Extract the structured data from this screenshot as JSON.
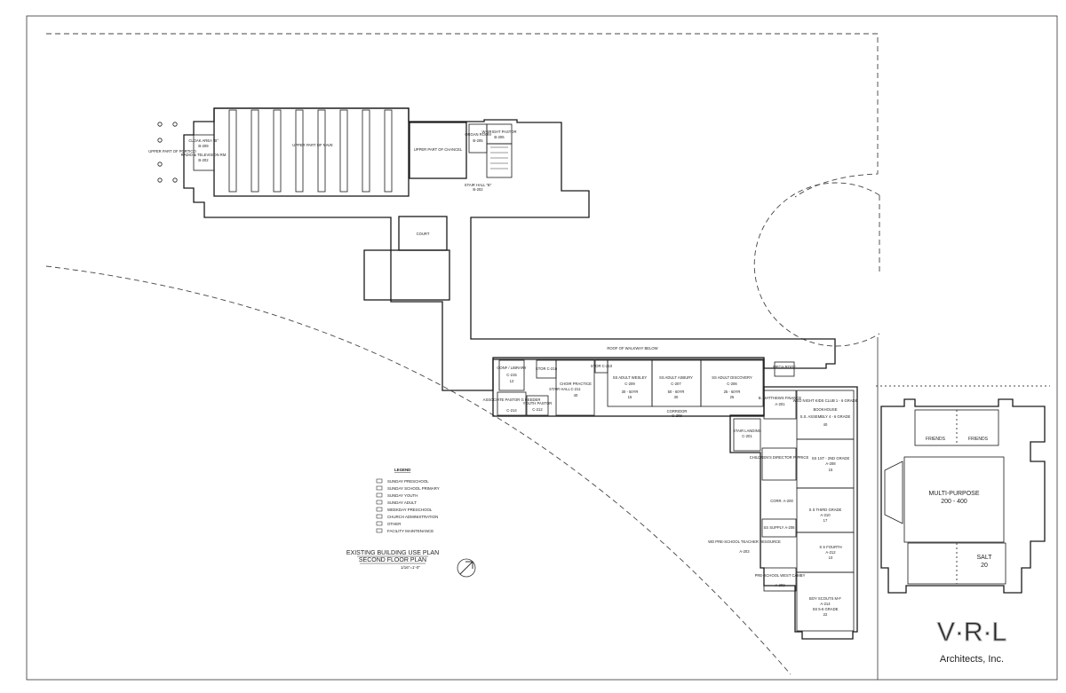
{
  "rooms": {
    "upper_portico": "UPPER PART OF PORTICO",
    "cloak": "CLOAK AREA \"B\"",
    "cloak_no": "B-209",
    "radio": "RADIO & TELEVISION RM",
    "radio_no": "B-202",
    "nave": "UPPER PART OF NAVE",
    "chancel": "UPPER PART OF CHANCEL",
    "organ": "ORGAN ROOM",
    "organ_no": "B-205",
    "pastor": "W-BRIGHT PASTOR",
    "pastor_no": "B-206",
    "stair_b": "STAIR HALL \"B\"",
    "stair_b_no": "B-202",
    "court": "COURT",
    "roof_walkway": "ROOF OF WALKWAY BELOW",
    "conf_library": "CONF / LIBRARY",
    "conf_no": "C-215",
    "conf_n": "12",
    "stor_c": "STOR C-216",
    "choir": "CHOIR PRACTICE",
    "choir_no": "C-211",
    "choir_n": "40",
    "stair_hall": "STAIR HALL",
    "assoc_pastor": "ASSOCIATE PASTOR G REEDER",
    "assoc_no": "C-214",
    "youth_pastor": "YOUTH PASTOR",
    "youth_no": "C-212",
    "stor_c2": "STOR C-210",
    "wesley": "SS ADULT WESLEY",
    "wesley_no": "C-209",
    "wesley_n": "30 - 50YR",
    "wesley_m": "15",
    "asbury": "SS ADULT ASBURY",
    "asbury_no": "C-207",
    "asbury_n": "50 - 60YR",
    "asbury_m": "30",
    "discovery": "SS ADULT DISCOVERY",
    "discovery_no": "C-206",
    "discovery_n": "25 - 50YR",
    "discovery_m": "25",
    "corridor": "CORRIDOR",
    "corridor_no": "C-208",
    "mech_roof": "MECH ROOF",
    "finance": "B. MATTHEWS FINANCE",
    "finance_no": "A-201",
    "wed_club": "WED NIGHT KIDS CLUB 1 - 6 GRADE",
    "wed_club_sub": "BOOKHOUSE",
    "wed_club_sub2": "S.S. ASSEMBLY 4 - 6 GRADE",
    "wed_club_n": "40",
    "stair_landing": "STAIR LANDING",
    "stair_landing_no": "C-201",
    "childrens_dir": "CHILDREN'S DIRECTOR P. PRICE",
    "grade_1_2": "SS 1ST - 2ND GRADE",
    "grade_1_2_no": "A-208",
    "grade_1_2_n": "15",
    "corr_a": "CORR. A-200",
    "supply": "SS SUPPLY A-206",
    "third": "S S THIRD GRADE",
    "third_no": "A-210",
    "third_n": "17",
    "fourth": "S S FOURTH",
    "fourth_no": "A-212",
    "fourth_n": "10",
    "preschool_res": "WD PRE-SCHOOL TEACHER RESOURCE",
    "preschool_res_no": "A-203",
    "preschool_west": "PRE-SCHOOL WEST CAMBY",
    "preschool_west_no": "A-202",
    "scouts": "BOY SCOUTS M-F",
    "scouts_no": "A-214",
    "scouts_sub": "SS 5-6 GRADE",
    "scouts_n": "22",
    "friends1": "FRIENDS",
    "friends2": "FRIENDS",
    "multipurpose": "MULTI-PURPOSE",
    "multipurpose_n": "200 - 400",
    "salt": "SALT",
    "salt_n": "20"
  },
  "legend": {
    "title": "LEGEND",
    "items": [
      "SUNDAY PRESCHOOL",
      "SUNDAY SCHOOL PRIMARY",
      "SUNDAY YOUTH",
      "SUNDAY ADULT",
      "WEEKDAY PRESCHOOL",
      "CHURCH ADMINISTRATION",
      "OTHER",
      "FACILITY MAINTENANCE"
    ]
  },
  "title_block": {
    "line1": "EXISTING BUILDING USE PLAN",
    "line2": "SECOND FLOOR PLAN",
    "scale": "1/16\"=1'-0\""
  },
  "logo": {
    "mark": "V·R·L",
    "name": "Architects, Inc."
  }
}
